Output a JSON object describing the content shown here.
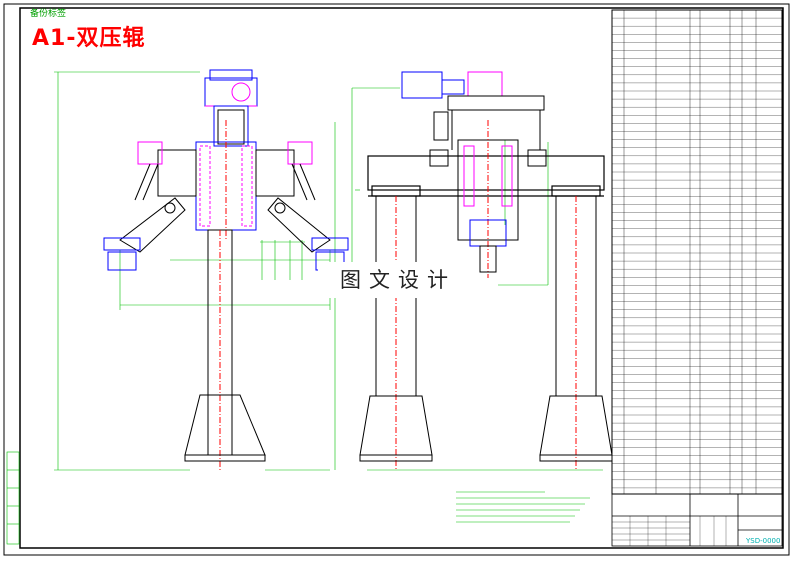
{
  "sheet": {
    "title": "A1-双压辊",
    "corner_tag": "备份标签",
    "watermark": "图文设计",
    "drawing_number": "YSD-0000",
    "colors": {
      "frame": "#000000",
      "outline": "#0000ff",
      "section": "#ff00ff",
      "centerline": "#ff0000",
      "dimension": "#00c000",
      "title": "#ff0000"
    }
  }
}
